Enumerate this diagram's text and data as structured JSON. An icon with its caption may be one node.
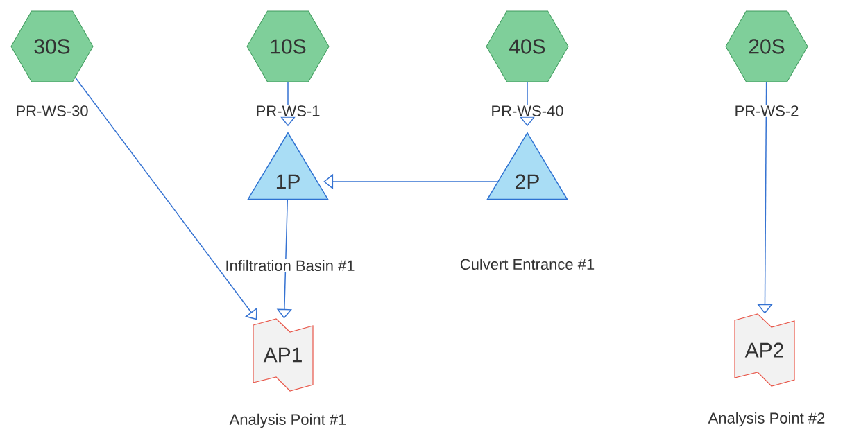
{
  "diagram": {
    "nodes": [
      {
        "text": [
          "30S"
        ],
        "beside": [
          "PR-WS-30"
        ]
      },
      {
        "text": [
          "10S"
        ],
        "beside": [
          "PR-WS-1"
        ]
      },
      {
        "text": [
          "40S"
        ],
        "beside": [
          "PR-WS-40"
        ]
      },
      {
        "text": [
          "20S"
        ],
        "beside": [
          "PR-WS-2"
        ]
      },
      {
        "text": [
          "1P"
        ],
        "beside": [
          "Infiltration Basin #1"
        ]
      },
      {
        "text": [
          "2P"
        ],
        "beside": [
          "Culvert Entrance #1"
        ]
      },
      {
        "text": [
          "AP1"
        ],
        "beside": [
          "Analysis Point #1"
        ]
      },
      {
        "text": [
          "AP2"
        ],
        "beside": [
          "Analysis Point #2"
        ]
      }
    ],
    "edges": [
      {
        "from": 0,
        "to": 6,
        "arrow": "to"
      },
      {
        "from": 1,
        "to": 4,
        "arrow": "to"
      },
      {
        "from": 2,
        "to": 5,
        "arrow": "to"
      },
      {
        "from": 5,
        "to": 4,
        "arrow": "to"
      },
      {
        "from": 4,
        "to": 6,
        "arrow": "to"
      },
      {
        "from": 3,
        "to": 7,
        "arrow": "to"
      }
    ]
  }
}
